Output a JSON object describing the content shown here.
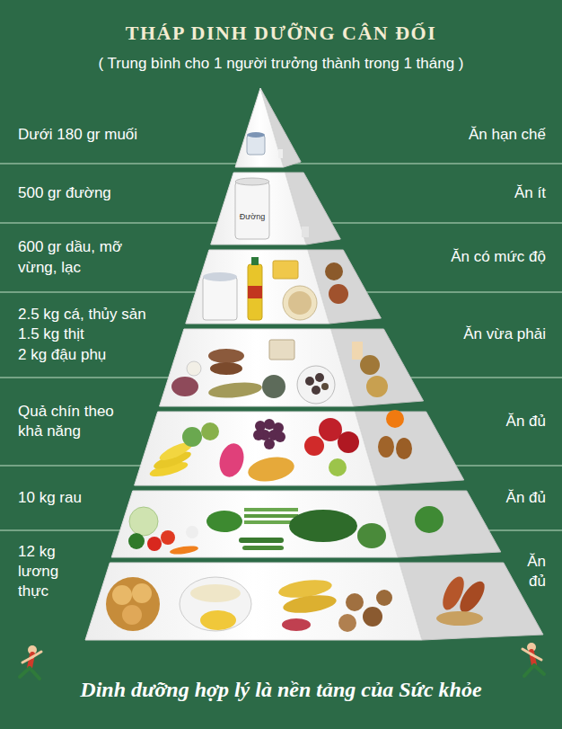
{
  "diagram": {
    "title": "THÁP DINH DƯỠNG CÂN ĐỐI",
    "caption": "Dinh dưỡng hợp lý là nền tảng của Sức khỏe",
    "nodes": [
      {
        "text": [
          "Dưới 180 gr muối",
          "Ăn hạn chế"
        ]
      },
      {
        "text": [
          "500 gr đường",
          "Ăn ít"
        ]
      },
      {
        "text": [
          "600 gr dầu, mỡ vừng, lạc",
          "Ăn có mức độ"
        ]
      },
      {
        "text": [
          "2.5 kg cá, thủy sản",
          "1.5 kg thịt",
          "2 kg đậu phụ",
          "Ăn vừa phải"
        ]
      },
      {
        "text": [
          "Quả chín theo khả năng",
          "Ăn đủ"
        ]
      },
      {
        "text": [
          "10 kg rau",
          "Ăn đủ"
        ]
      },
      {
        "text": [
          "12 kg lương thực",
          "Ăn đủ"
        ]
      }
    ],
    "labels": [
      "( Trung bình cho 1 người trưởng thành trong 1 tháng )",
      "Đường"
    ]
  }
}
